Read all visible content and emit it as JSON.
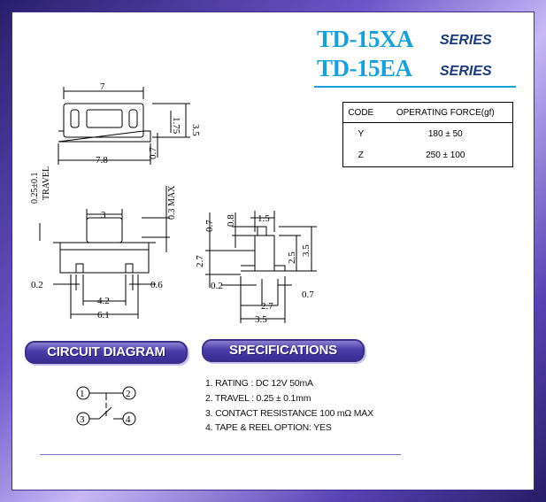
{
  "header": {
    "title1": "TD-15XA",
    "series1": "SERIES",
    "title2": "TD-15EA",
    "series2": "SERIES"
  },
  "code_table": {
    "headers": [
      "CODE",
      "OPERATING FORCE(gf)"
    ],
    "rows": [
      [
        "Y",
        "180 ± 50"
      ],
      [
        "Z",
        "250 ± 100"
      ]
    ]
  },
  "drawing": {
    "top_width": "7",
    "bottom_width": "7.8",
    "right_height": "3.5",
    "inner_height": "1.75",
    "offset": "0.7",
    "travel": "0.25±0.1",
    "travel_label": "TRAVEL",
    "max_label": "0.3 MAX",
    "actuator_width": "3",
    "lead_left": "0.2",
    "lead_right": "0.6",
    "pad_spacing": "4.2",
    "overall": "6.1",
    "side_top": "1.5",
    "side_08": "0.8",
    "side_07": "0.7",
    "side_27": "2.7",
    "side_25": "2.5",
    "side_35": "3.5",
    "side_02": "0.2",
    "side_07b": "0.7",
    "side_27b": "2.7",
    "side_35b": "3.5"
  },
  "circuit": {
    "label": "CIRCUIT DIAGRAM",
    "pins": [
      "1",
      "2",
      "3",
      "4"
    ]
  },
  "specifications": {
    "label": "SPECIFICATIONS",
    "items": [
      "1. RATING : DC 12V  50mA",
      "2. TRAVEL : 0.25 ± 0.1mm",
      "3. CONTACT RESISTANCE 100 mΩ MAX",
      "4. TAPE & REEL OPTION: YES"
    ]
  },
  "colors": {
    "title": "#1aa0d8",
    "series": "#1a3a7a",
    "pill": "#4a3ca8",
    "frame": "#5843b5"
  }
}
